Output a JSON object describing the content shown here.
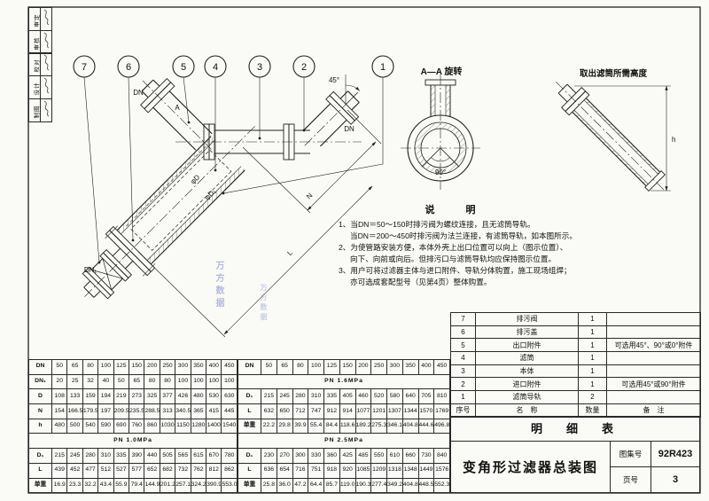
{
  "callouts": [
    "7",
    "6",
    "5",
    "4",
    "3",
    "2",
    "1"
  ],
  "labels": {
    "angle_45": "45°",
    "angle_90": "90°",
    "dn_left": "DN",
    "dn_right": "DN",
    "dn_drain": "DN₁",
    "dim_n": "N",
    "dim_l": "L",
    "dim_h": "h",
    "phi_d": "φD",
    "phi_d1": "φD₁",
    "section_mark": "A",
    "section_view_title": "A—A 旋转",
    "height_view_title": "取出滤筒所需高度"
  },
  "stamps": {
    "block_a": {
      "rows": [
        "审定",
        "审核"
      ]
    },
    "block_b": {
      "rows": [
        "校对",
        "设计",
        "制图"
      ]
    }
  },
  "watermarks": {
    "wm1": "万方数据",
    "wm2": "万方数据"
  },
  "notes": {
    "title": "说　明",
    "lines": [
      "1、当DN＝50～150时排污阀为螺纹连接，且无滤筒导轨。",
      "当DN＝200～450时排污阀为法兰连接，有滤筒导轨，如本图所示。",
      "2、为使管路安装方便，本体外壳上出口位置可以向上（图示位置）、",
      "向下、向前或向后。但排污口与滤筒导轨均应保持图示位置。",
      "3、用户可将过滤器主体与进口附件、导轨分体购置，施工现场组焊；",
      "亦可选成套配型号（见第4页）整体购置。"
    ]
  },
  "parts_table": {
    "title": "明　细　表",
    "header": {
      "no": "序号",
      "name": "名　称",
      "qty": "数量",
      "note": "备　注"
    },
    "rows": [
      {
        "no": "7",
        "name": "排污阀",
        "qty": "1",
        "note": ""
      },
      {
        "no": "6",
        "name": "排污盖",
        "qty": "1",
        "note": ""
      },
      {
        "no": "5",
        "name": "出口附件",
        "qty": "1",
        "note": "可选用45°、90°或0°附件"
      },
      {
        "no": "4",
        "name": "滤筒",
        "qty": "1",
        "note": ""
      },
      {
        "no": "3",
        "name": "本体",
        "qty": "1",
        "note": ""
      },
      {
        "no": "2",
        "name": "进口附件",
        "qty": "1",
        "note": "可选用45°或90°附件"
      },
      {
        "no": "1",
        "name": "滤筒导轨",
        "qty": "2",
        "note": ""
      }
    ]
  },
  "title_block": {
    "drawing_title": "变角形过滤器总装图",
    "atlas_label": "图集号",
    "atlas_no": "92R423",
    "page_label": "页号",
    "page_no": "3"
  },
  "dim_table_left": {
    "rows": [
      {
        "label": "DN",
        "values": [
          "50",
          "65",
          "80",
          "100",
          "125",
          "150",
          "200",
          "250",
          "300",
          "350",
          "400",
          "450"
        ]
      },
      {
        "label": "DN₁",
        "values": [
          "20",
          "25",
          "32",
          "40",
          "50",
          "65",
          "80",
          "80",
          "100",
          "100",
          "100",
          "100"
        ]
      },
      {
        "label": "D",
        "values": [
          "108",
          "133",
          "159",
          "194",
          "219",
          "273",
          "325",
          "377",
          "426",
          "480",
          "530",
          "630"
        ]
      },
      {
        "label": "N",
        "values": [
          "154",
          "166.5",
          "179.5",
          "197",
          "209.5",
          "235.5",
          "288.5",
          "313",
          "340.5",
          "365",
          "415",
          "445"
        ]
      },
      {
        "label": "h",
        "values": [
          "480",
          "500",
          "540",
          "590",
          "690",
          "760",
          "860",
          "1030",
          "1150",
          "1280",
          "1400",
          "1540"
        ]
      },
      {
        "span": "PN 1.0MPa"
      },
      {
        "label": "D₁",
        "values": [
          "215",
          "245",
          "280",
          "310",
          "335",
          "390",
          "440",
          "505",
          "565",
          "615",
          "670",
          "780"
        ]
      },
      {
        "label": "L",
        "values": [
          "439",
          "452",
          "477",
          "512",
          "527",
          "577",
          "652",
          "682",
          "732",
          "762",
          "812",
          "862"
        ]
      },
      {
        "label": "单重",
        "values": [
          "16.9",
          "23.3",
          "32.2",
          "43.4",
          "55.9",
          "79.4",
          "144.9",
          "201.2",
          "257.1",
          "324.2",
          "390.9",
          "553.0"
        ]
      }
    ]
  },
  "dim_table_right": {
    "rows": [
      {
        "label": "DN",
        "values": [
          "50",
          "65",
          "80",
          "100",
          "125",
          "150",
          "200",
          "250",
          "300",
          "350",
          "400",
          "450"
        ]
      },
      {
        "span": "PN 1.6MPa"
      },
      {
        "label": "D₁",
        "values": [
          "215",
          "245",
          "280",
          "310",
          "335",
          "405",
          "460",
          "520",
          "580",
          "640",
          "705",
          "810"
        ]
      },
      {
        "label": "L",
        "values": [
          "632",
          "650",
          "712",
          "747",
          "912",
          "914",
          "1077",
          "1201",
          "1307",
          "1344",
          "1570",
          "1769"
        ]
      },
      {
        "label": "单重",
        "values": [
          "22.2",
          "29.8",
          "39.9",
          "55.4",
          "84.4",
          "118.6",
          "189.2",
          "275.3",
          "346.1",
          "404.8",
          "444.6",
          "496.8"
        ]
      },
      {
        "span": "PN 2.5MPa"
      },
      {
        "label": "D₁",
        "values": [
          "230",
          "270",
          "300",
          "330",
          "360",
          "425",
          "485",
          "550",
          "610",
          "660",
          "730",
          "840"
        ]
      },
      {
        "label": "L",
        "values": [
          "636",
          "654",
          "716",
          "751",
          "918",
          "920",
          "1085",
          "1209",
          "1318",
          "1348",
          "1449",
          "1576"
        ]
      },
      {
        "label": "单重",
        "values": [
          "25.8",
          "36.0",
          "47.2",
          "64.4",
          "85.7",
          "119.0",
          "190.3",
          "277.4",
          "349.2",
          "404.8",
          "448.5",
          "552.3"
        ]
      }
    ]
  }
}
